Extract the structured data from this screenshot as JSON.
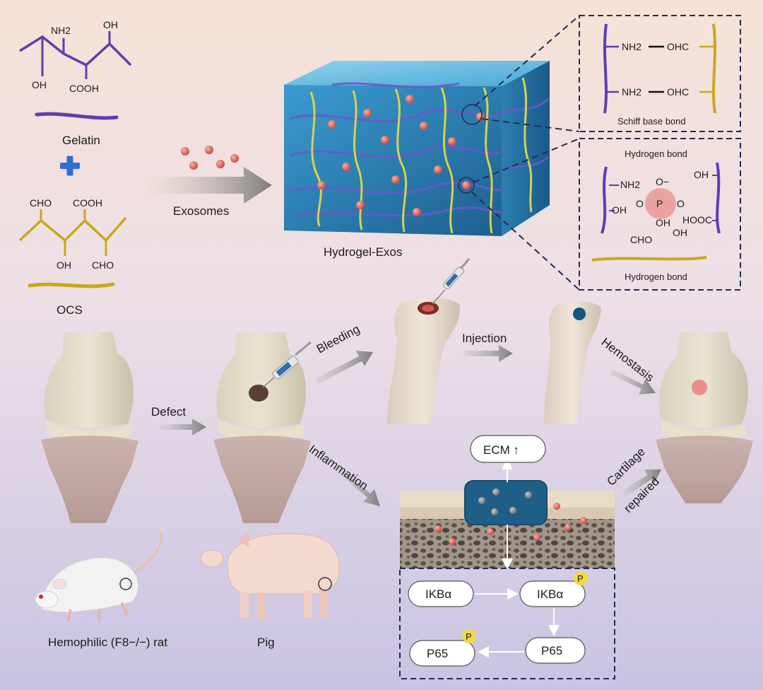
{
  "materials": {
    "gelatin": {
      "label": "Gelatin",
      "groups": [
        "NH2",
        "OH",
        "OH",
        "COOH"
      ]
    },
    "plus_symbol": "+",
    "ocs": {
      "label": "OCS",
      "groups": [
        "CHO",
        "COOH",
        "OH",
        "CHO"
      ]
    },
    "exosomes_label": "Exosomes"
  },
  "hydrogel": {
    "label": "Hydrogel-Exos"
  },
  "schiff_box": {
    "title": "Schiff base bond",
    "rows": [
      {
        "left": "NH2",
        "right": "OHC"
      },
      {
        "left": "NH2",
        "right": "OHC"
      }
    ]
  },
  "hbond_box": {
    "title_top": "Hydrogen bond",
    "title_bottom": "Hydrogen bond",
    "atoms": {
      "center": "P",
      "o_minus": "O−",
      "o": "O",
      "nh2": "NH2",
      "oh": "OH",
      "hooc": "HOOC",
      "cho": "CHO"
    }
  },
  "process": {
    "defect": "Defect",
    "bleeding": "Bleeding",
    "injection": "Injection",
    "hemostasis": "Hemostasis",
    "inflammation": "Inflammation",
    "cartilage": "Cartilage",
    "repaired": "repaired",
    "ecm": "ECM ↑"
  },
  "pathway": {
    "ikba": "IKBα",
    "ikba_p": "IKBα",
    "p65_left": "P65",
    "p65_right": "P65",
    "phos": "P"
  },
  "animals": {
    "rat": "Hemophilic (F8−/−) rat",
    "pig": "Pig"
  },
  "colors": {
    "gelatin": "#5b3fb0",
    "ocs": "#c9a81c",
    "gel_blue": "#2f86b8",
    "exo": "#d9504a",
    "arrow": "#8a8a8a",
    "box": "#1f2d55"
  }
}
